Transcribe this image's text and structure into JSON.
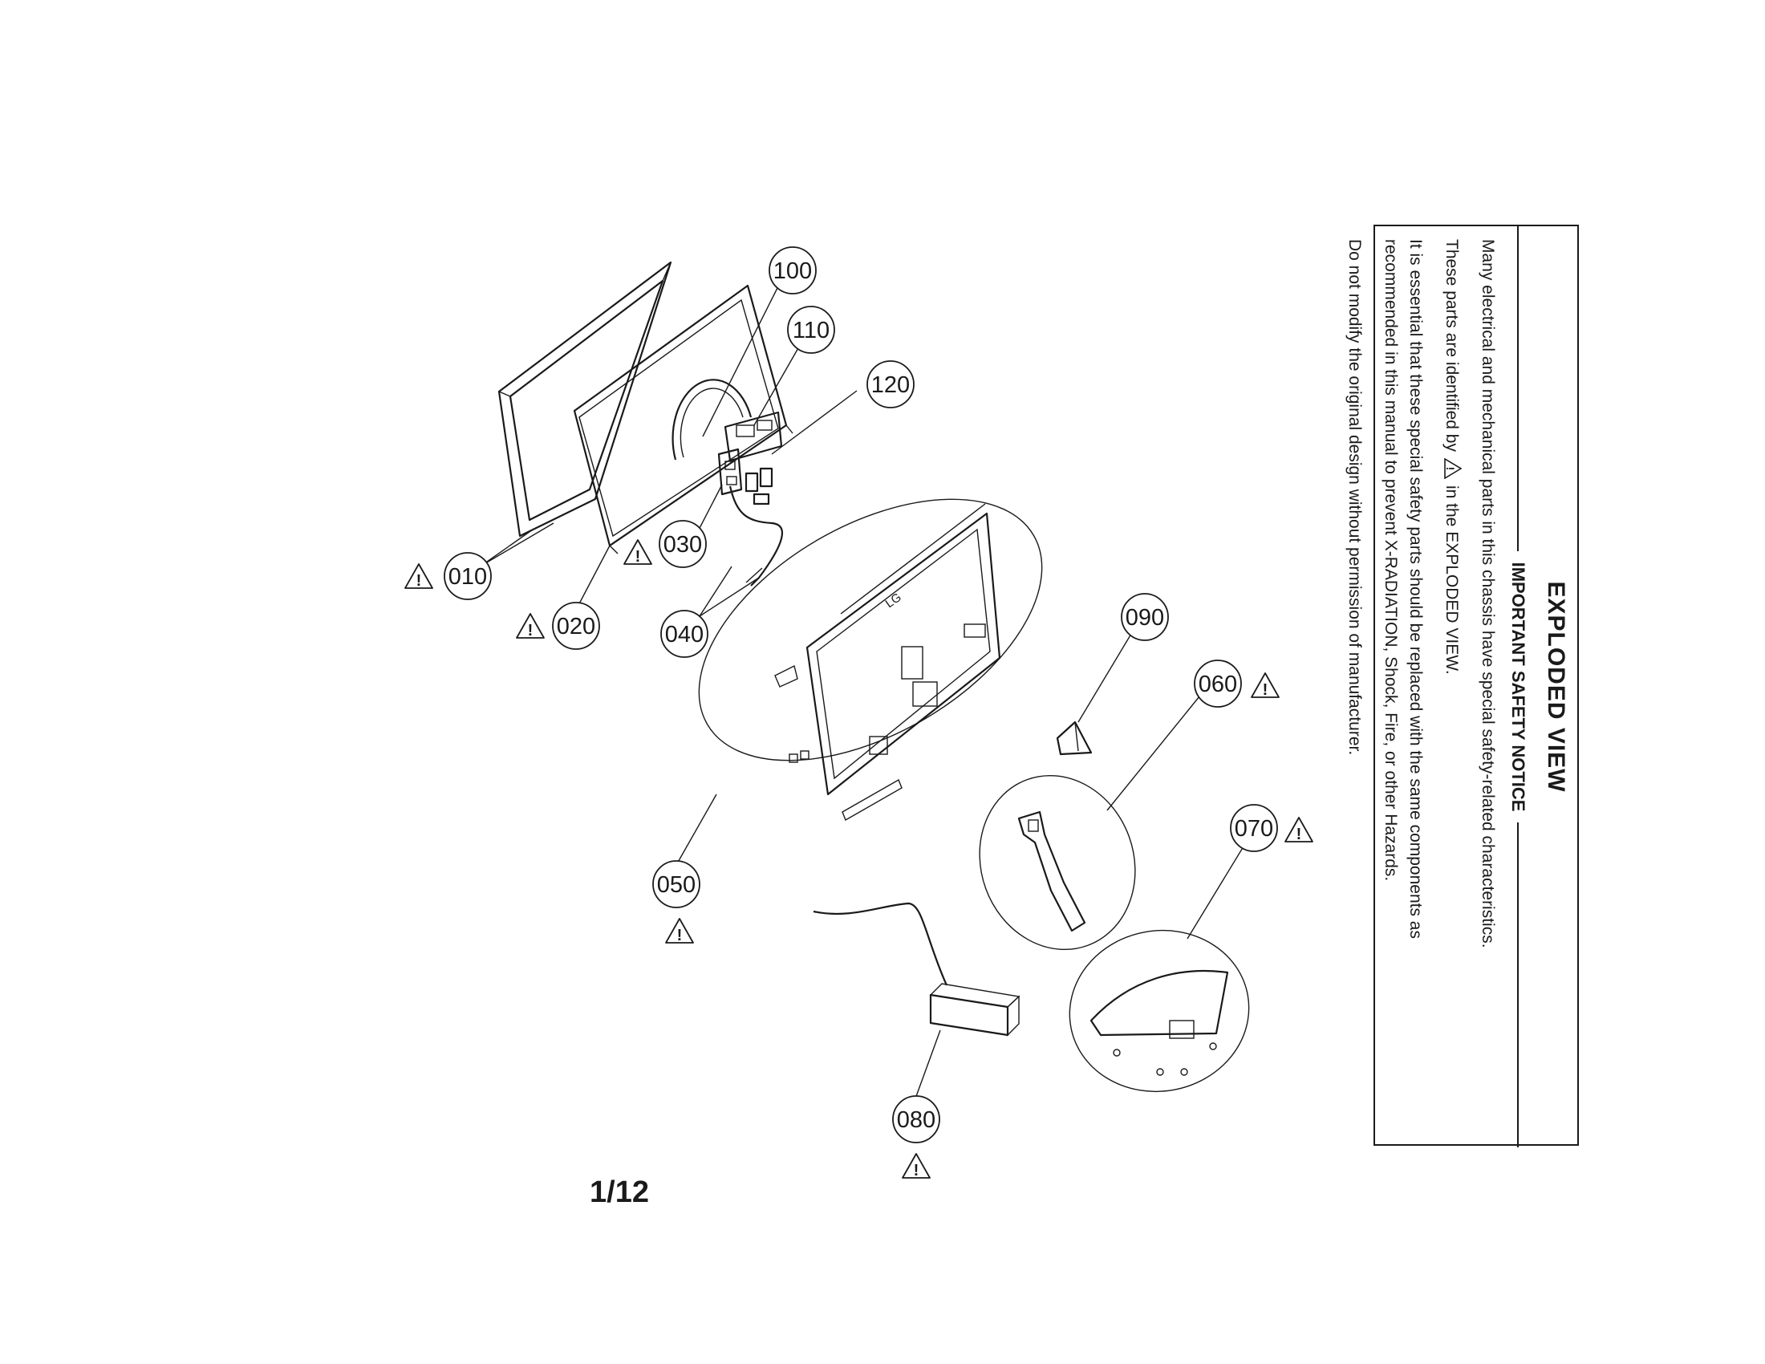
{
  "notice": {
    "heading": "EXPLODED VIEW",
    "subheading": "IMPORTANT SAFETY NOTICE",
    "line1": "Many electrical and mechanical parts in this chassis have special safety-related characteristics.",
    "line2_pre": "These parts are identified by",
    "line2_post": "in the EXPLODED VIEW.",
    "line3": "It is essential that these special safety parts should be replaced with the same components as",
    "line4": "recommended in this manual to prevent X-RADIATION, Shock, Fire, or other Hazards.",
    "line5": "Do not modify the original design without permission of manufacturer."
  },
  "callouts": {
    "c010": "010",
    "c020": "020",
    "c030": "030",
    "c040": "040",
    "c050": "050",
    "c060": "060",
    "c070": "070",
    "c080": "080",
    "c090": "090",
    "c100": "100",
    "c110": "110",
    "c120": "120"
  },
  "warning_mark": "!",
  "page_number": "1/12",
  "logo_text": "LG"
}
